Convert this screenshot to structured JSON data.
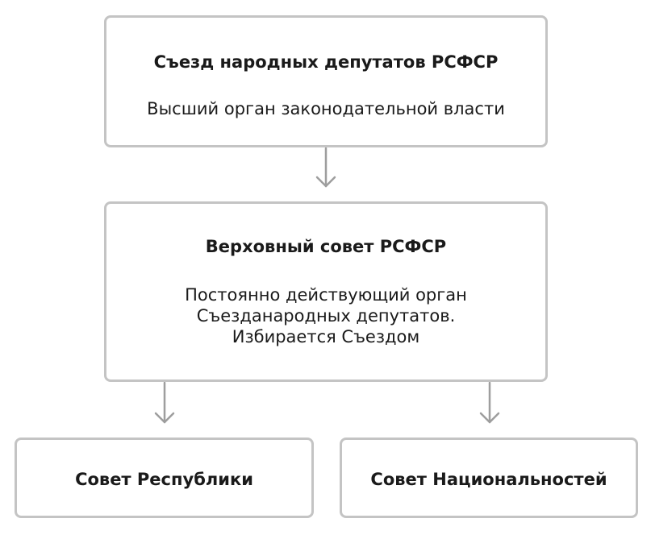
{
  "diagram": {
    "top": {
      "title": "Съезд народных депутатов РСФСР",
      "description": "Высший орган законодательной власти"
    },
    "middle": {
      "title": "Верховный совет РСФСР",
      "description": "Постоянно действующий орган\nСъезданародных депутатов.\nИзбирается Съездом"
    },
    "left": {
      "title": "Совет Республики"
    },
    "right": {
      "title": "Совет Национальностей"
    }
  },
  "colors": {
    "border": "#c4c4c4",
    "arrow": "#9e9e9e",
    "text": "#1a1a1a"
  }
}
